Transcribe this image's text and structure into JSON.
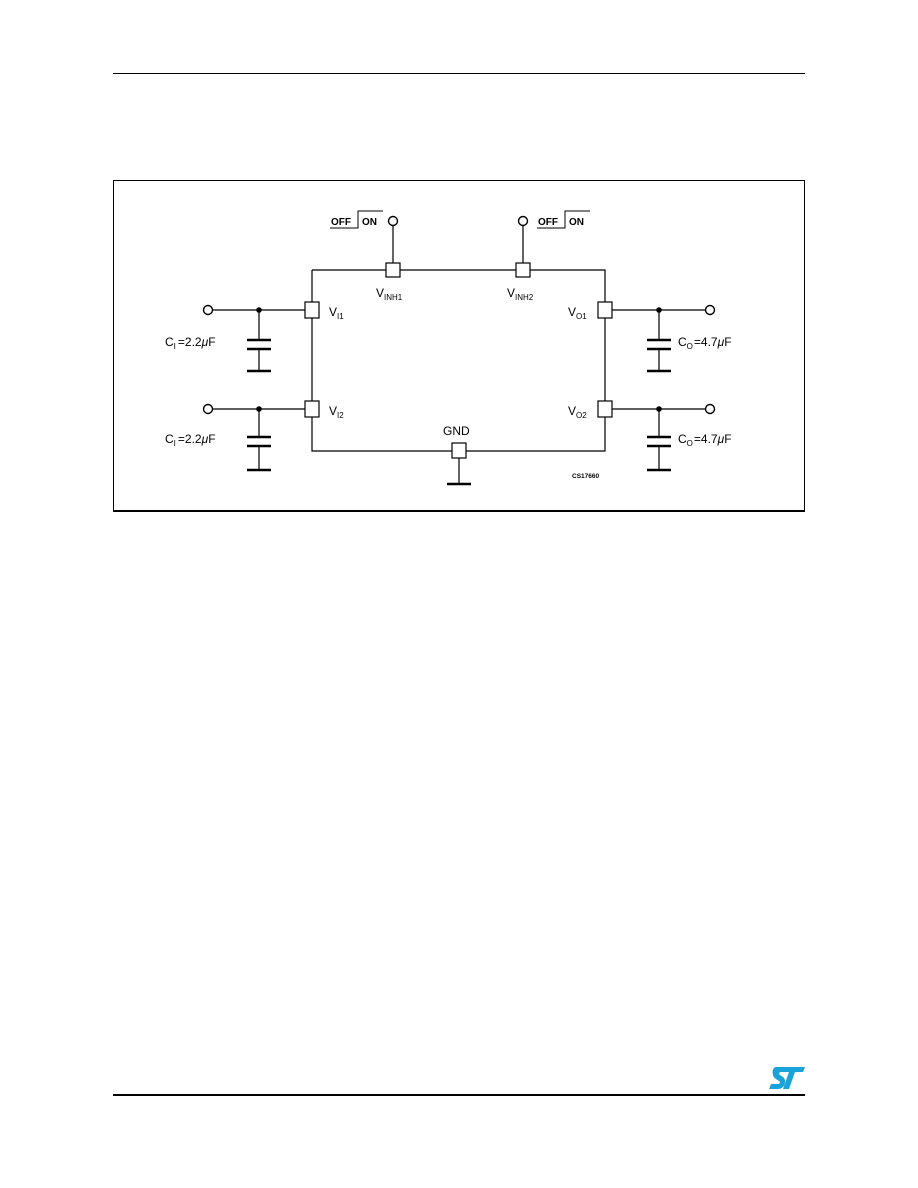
{
  "diagram": {
    "switch_off": "OFF",
    "switch_on": "ON",
    "vinh1": {
      "main": "V",
      "sub": "INH1"
    },
    "vinh2": {
      "main": "V",
      "sub": "INH2"
    },
    "vi1": {
      "main": "V",
      "sub": "I1"
    },
    "vi2": {
      "main": "V",
      "sub": "I2"
    },
    "vo1": {
      "main": "V",
      "sub": "O1"
    },
    "vo2": {
      "main": "V",
      "sub": "O2"
    },
    "gnd": "GND",
    "ci_top": {
      "c": "C",
      "sub": "I",
      "value": "=2.2",
      "mu": "μ",
      "unit": "F"
    },
    "ci_bottom": {
      "c": "C",
      "sub": "I",
      "value": "=2.2",
      "mu": "μ",
      "unit": "F"
    },
    "co_top": {
      "c": "C",
      "sub": "O",
      "value": "=4.7",
      "mu": "μ",
      "unit": "F"
    },
    "co_bottom": {
      "c": "C",
      "sub": "O",
      "value": "=4.7",
      "mu": "μ",
      "unit": "F"
    },
    "figure_code": "CS17660"
  },
  "logo": {
    "text": "ST",
    "color": "#1aa3d9"
  }
}
